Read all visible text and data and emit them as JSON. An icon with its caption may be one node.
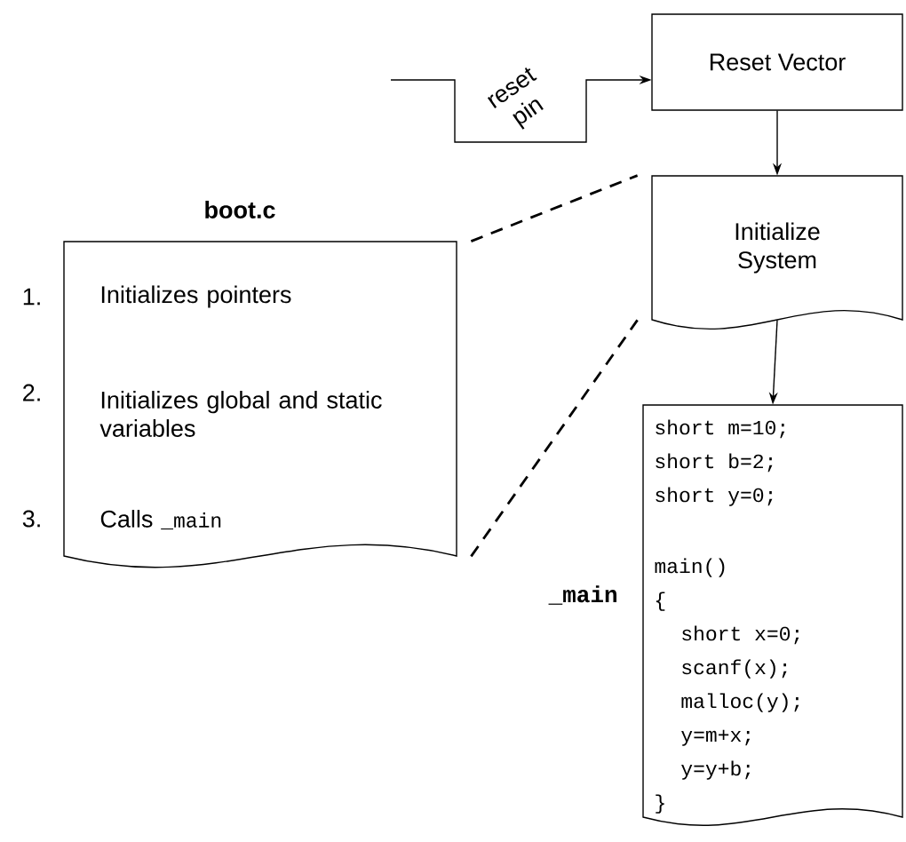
{
  "diagram": {
    "nodes": [
      {
        "text": [
          "Reset Vector"
        ]
      },
      {
        "text": [
          "Initialize System"
        ]
      },
      {
        "text": [
          "short m=10;",
          "short b=2;",
          "short y=0;",
          "main()",
          "{",
          "short x=0;",
          "scanf(x);",
          "malloc(y);",
          "y=m+x;",
          "y=y+b;",
          "}"
        ],
        "beside": [
          "_main"
        ]
      },
      {
        "text": [
          "boot.c",
          "Initializes pointers",
          "Initializes global and static variables",
          "Calls",
          "_main"
        ]
      }
    ],
    "edges": [
      {
        "from": null,
        "to": 0,
        "arrow": "to",
        "label": "reset pin"
      },
      {
        "from": 0,
        "to": 1,
        "arrow": "to"
      },
      {
        "from": 1,
        "to": 2,
        "arrow": "to"
      },
      {
        "from": 3,
        "to": 1,
        "arrow": "none",
        "style": "dashed"
      },
      {
        "from": 3,
        "to": 1,
        "arrow": "none",
        "style": "dashed"
      }
    ],
    "labels": [
      "1.",
      "2.",
      "3."
    ]
  }
}
